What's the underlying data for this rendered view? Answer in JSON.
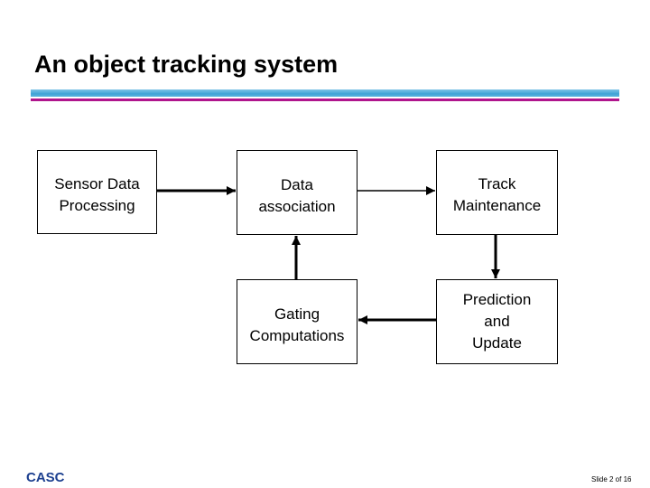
{
  "slide": {
    "title": "An object tracking system",
    "footer_left": "CASC",
    "footer_right": "Slide 2 of 16"
  },
  "diagram": {
    "nodes": {
      "sensor": "Sensor Data\nProcessing",
      "association": "Data\nassociation",
      "track": "Track\nMaintenance",
      "gating": "Gating\nComputations",
      "prediction": "Prediction\nand\nUpdate"
    },
    "edges": [
      {
        "from": "sensor",
        "to": "association"
      },
      {
        "from": "association",
        "to": "track"
      },
      {
        "from": "track",
        "to": "prediction"
      },
      {
        "from": "prediction",
        "to": "gating"
      },
      {
        "from": "gating",
        "to": "association"
      }
    ]
  },
  "colors": {
    "rule_blue": "#3fa3d6",
    "rule_magenta": "#b0158c",
    "footer_text": "#1c3f8f"
  }
}
